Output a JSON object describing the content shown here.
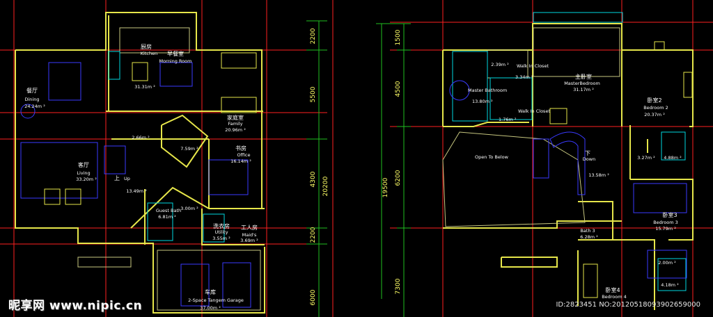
{
  "watermark": {
    "site": "昵享网 www.nipic.cn",
    "id": "ID:2823451 NO:20120518093902659000"
  },
  "left_plan": {
    "rooms": [
      {
        "cn": "厨房",
        "en": "Kitchen",
        "area": ""
      },
      {
        "cn": "早餐室",
        "en": "Morning Room",
        "area": "31.31m ²"
      },
      {
        "cn": "餐厅",
        "en": "Dining",
        "area": "24.24m ²"
      },
      {
        "cn": "家庭室",
        "en": "Family",
        "area": "20.96m ²"
      },
      {
        "cn": "客厅",
        "en": "Living",
        "area": "33.20m ²"
      },
      {
        "cn": "上",
        "en": "Up",
        "area": "13.49m ²"
      },
      {
        "cn": "书房",
        "en": "Office",
        "area": "16.14m ²"
      },
      {
        "cn": "",
        "en": "Guest Bath",
        "area": "6.81m ²"
      },
      {
        "cn": "洗衣房",
        "en": "Utility",
        "area": "3.55m ²"
      },
      {
        "cn": "工人房",
        "en": "Maid's",
        "area": "3.69m ²"
      },
      {
        "cn": "车库",
        "en": "2-Space Tangem Garage",
        "area": "37.00m ²"
      }
    ],
    "small_areas": [
      "2.66m ²",
      "7.59m ²",
      "3.00m ²"
    ],
    "dimensions": [
      "2200",
      "5500",
      "4300",
      "20200",
      "2200",
      "6000"
    ]
  },
  "right_plan": {
    "rooms": [
      {
        "cn": "主卧室",
        "en": "MasterBedroom",
        "area": "31.17m ²"
      },
      {
        "cn": "",
        "en": "Walk In Closet",
        "area": "3.34m ²"
      },
      {
        "cn": "",
        "en": "Master Bathroom",
        "area": "13.80m ²"
      },
      {
        "cn": "",
        "en": "Walk In Closet",
        "area": "1.76m ²"
      },
      {
        "cn": "卧室2",
        "en": "Bedroom 2",
        "area": "20.37m ²"
      },
      {
        "cn": "",
        "en": "Open To Below",
        "area": ""
      },
      {
        "cn": "下",
        "en": "Down",
        "area": "13.58m ²"
      },
      {
        "cn": "卧室3",
        "en": "Bedroom 3",
        "area": "15.79m ²"
      },
      {
        "cn": "",
        "en": "Bath 3",
        "area": "6.28m ²"
      },
      {
        "cn": "卧室4",
        "en": "Bedroom 4",
        "area": ""
      }
    ],
    "small_areas": [
      "2.39m ²",
      "3.27m ²",
      "4.88m ²",
      "2.00m ²",
      "4.18m ²"
    ],
    "dimensions": [
      "1500",
      "4500",
      "6200",
      "19500",
      "7300"
    ]
  },
  "colors": {
    "wall": "#e6e64a",
    "grid": "#ff2020",
    "dim": "#20c020",
    "fixture": "#3a3aff",
    "tile": "#00d8e0"
  }
}
